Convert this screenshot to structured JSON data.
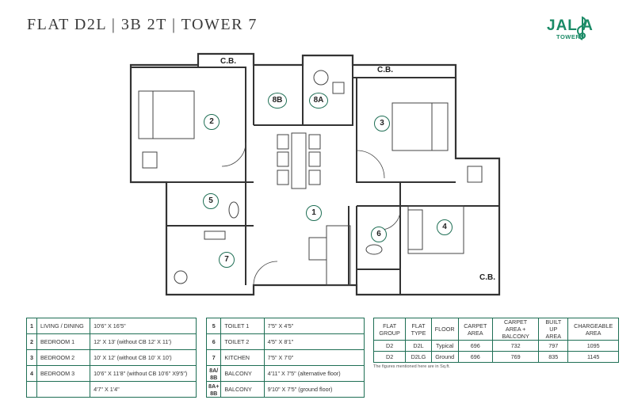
{
  "header": {
    "title": "FLAT D2L | 3B 2T | TOWER 7"
  },
  "logo": {
    "name": "JAL  A",
    "sub": "TOWERS",
    "color": "#1a8a66"
  },
  "colors": {
    "accent": "#1f6f55"
  },
  "plan": {
    "badges": [
      "1",
      "2",
      "3",
      "4",
      "5",
      "6",
      "7",
      "8B",
      "8A"
    ],
    "cb_labels": [
      "C.B.",
      "C.B.",
      "C.B."
    ]
  },
  "rooms_left": [
    {
      "no": "1",
      "name": "LIVING / DINING",
      "size": "10'6\" X 16'5\""
    },
    {
      "no": "2",
      "name": "BEDROOM 1",
      "size": "12' X 13' (without CB 12' X 11')"
    },
    {
      "no": "3",
      "name": "BEDROOM 2",
      "size": "10' X 12' (without CB 10' X 10')"
    },
    {
      "no": "4",
      "name": "BEDROOM 3",
      "size": "10'6\" X 11'8\" (without CB 10'6\" X9'5\")"
    },
    {
      "no": "",
      "name": "",
      "size": "4'7\" X 1'4\""
    }
  ],
  "rooms_right": [
    {
      "no": "5",
      "name": "TOILET 1",
      "size": "7'5\" X 4'5\""
    },
    {
      "no": "6",
      "name": "TOILET 2",
      "size": "4'5\" X 8'1\""
    },
    {
      "no": "7",
      "name": "KITCHEN",
      "size": "7'5\" X 7'0\""
    },
    {
      "no": "8A/ 8B",
      "name": "BALCONY",
      "size": "4'11\" X 7'5\" (alternative floor)"
    },
    {
      "no": "8A+ 8B",
      "name": "BALCONY",
      "size": "9'10\" X 7'5\" (ground floor)"
    }
  ],
  "area_table": {
    "headers": [
      "FLAT GROUP",
      "FLAT TYPE",
      "FLOOR",
      "CARPET AREA",
      "CARPET AREA + BALCONY",
      "BUILT UP AREA",
      "CHARGEABLE AREA"
    ],
    "rows": [
      [
        "D2",
        "D2L",
        "Typical",
        "696",
        "732",
        "797",
        "1095"
      ],
      [
        "D2",
        "D2LG",
        "Ground",
        "696",
        "769",
        "835",
        "1145"
      ]
    ],
    "note": "The figures mentioned here are in Sq.ft."
  }
}
